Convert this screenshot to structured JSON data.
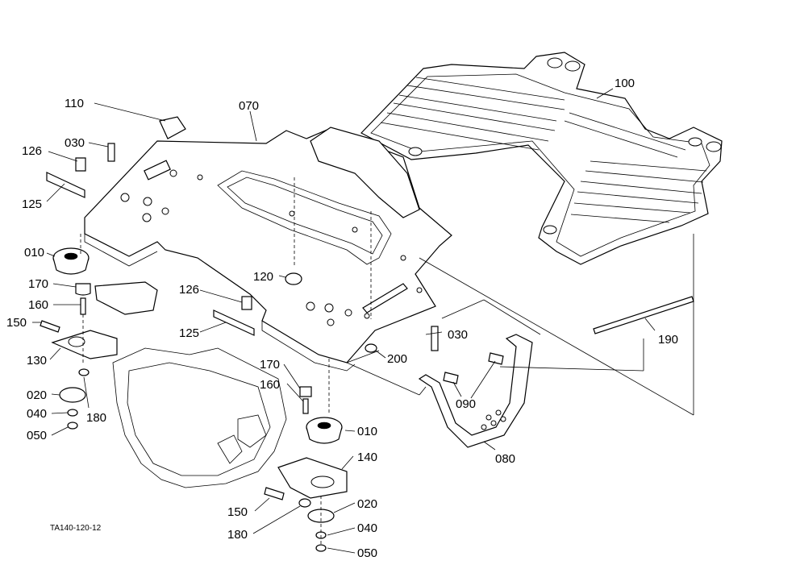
{
  "drawing_code": "TA140-120-12",
  "callouts": [
    {
      "id": "c110",
      "text": "110"
    },
    {
      "id": "c070",
      "text": "070"
    },
    {
      "id": "c100",
      "text": "100"
    },
    {
      "id": "c030a",
      "text": "030"
    },
    {
      "id": "c126a",
      "text": "126"
    },
    {
      "id": "c125a",
      "text": "125"
    },
    {
      "id": "c010a",
      "text": "010"
    },
    {
      "id": "c170a",
      "text": "170"
    },
    {
      "id": "c160a",
      "text": "160"
    },
    {
      "id": "c150a",
      "text": "150"
    },
    {
      "id": "c130",
      "text": "130"
    },
    {
      "id": "c020a",
      "text": "020"
    },
    {
      "id": "c180a",
      "text": "180"
    },
    {
      "id": "c040a",
      "text": "040"
    },
    {
      "id": "c050a",
      "text": "050"
    },
    {
      "id": "c120",
      "text": "120"
    },
    {
      "id": "c126b",
      "text": "126"
    },
    {
      "id": "c125b",
      "text": "125"
    },
    {
      "id": "c030b",
      "text": "030"
    },
    {
      "id": "c200",
      "text": "200"
    },
    {
      "id": "c190",
      "text": "190"
    },
    {
      "id": "c170b",
      "text": "170"
    },
    {
      "id": "c160b",
      "text": "160"
    },
    {
      "id": "c090",
      "text": "090"
    },
    {
      "id": "c010b",
      "text": "010"
    },
    {
      "id": "c140",
      "text": "140"
    },
    {
      "id": "c080",
      "text": "080"
    },
    {
      "id": "c150b",
      "text": "150"
    },
    {
      "id": "c020b",
      "text": "020"
    },
    {
      "id": "c180b",
      "text": "180"
    },
    {
      "id": "c040b",
      "text": "040"
    },
    {
      "id": "c050b",
      "text": "050"
    }
  ]
}
